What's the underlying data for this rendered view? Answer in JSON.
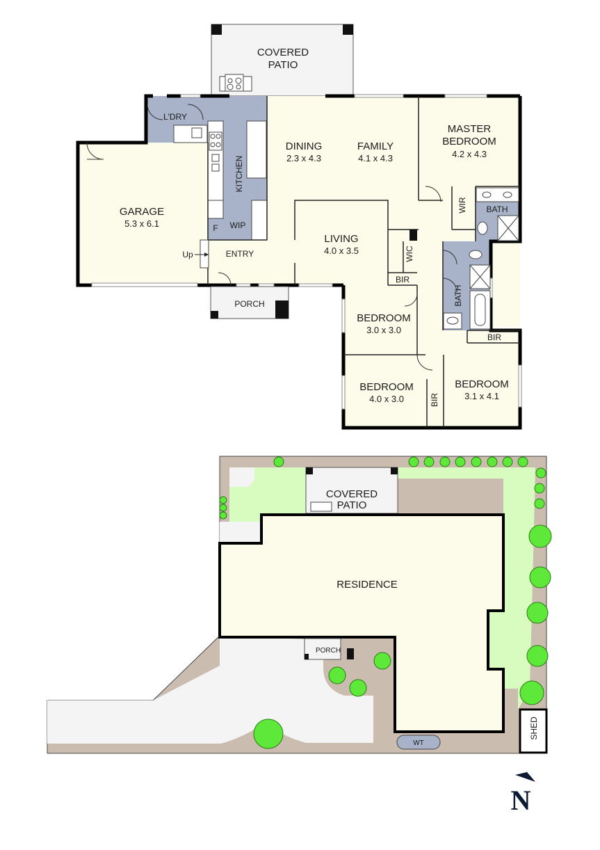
{
  "floor_plan": {
    "rooms": [
      {
        "id": "covered_patio",
        "name": "COVERED",
        "name2": "PATIO"
      },
      {
        "id": "laundry",
        "name": "L'DRY"
      },
      {
        "id": "kitchen",
        "name": "KITCHEN"
      },
      {
        "id": "dining",
        "name": "DINING",
        "dims": "2.3 x 4.3"
      },
      {
        "id": "family",
        "name": "FAMILY",
        "dims": "4.1 x 4.3"
      },
      {
        "id": "master_bedroom",
        "name": "MASTER",
        "name2": "BEDROOM",
        "dims": "4.2 x 4.3"
      },
      {
        "id": "garage",
        "name": "GARAGE",
        "dims": "5.3 x 6.1"
      },
      {
        "id": "wip",
        "name": "WIP"
      },
      {
        "id": "fridge",
        "name": "F"
      },
      {
        "id": "entry",
        "name": "ENTRY"
      },
      {
        "id": "living",
        "name": "LIVING",
        "dims": "4.0 x 3.5"
      },
      {
        "id": "wic",
        "name": "WIC"
      },
      {
        "id": "bir1",
        "name": "BIR"
      },
      {
        "id": "wir",
        "name": "WIR"
      },
      {
        "id": "ensuite",
        "name": "BATH"
      },
      {
        "id": "bath",
        "name": "BATH"
      },
      {
        "id": "porch",
        "name": "PORCH"
      },
      {
        "id": "bedroom2",
        "name": "BEDROOM",
        "dims": "3.0 x 3.0"
      },
      {
        "id": "bir2",
        "name": "BIR"
      },
      {
        "id": "bedroom3",
        "name": "BEDROOM",
        "dims": "4.0 x 3.0"
      },
      {
        "id": "bir3",
        "name": "BIR"
      },
      {
        "id": "bedroom4",
        "name": "BEDROOM",
        "dims": "3.1 x 4.1"
      }
    ],
    "stair_label": "Up"
  },
  "site_plan": {
    "covered_patio": {
      "name": "COVERED",
      "name2": "PATIO"
    },
    "residence": "RESIDENCE",
    "porch": "PORCH",
    "water_tank": "WT",
    "shed": "SHED"
  },
  "compass": {
    "label": "N"
  },
  "colors": {
    "living_fill": "#fdfbea",
    "wet_fill": "#a8b2c8",
    "outdoor_fill": "#f4f4f4",
    "lawn": "#d8fcc0",
    "path": "#cbbcb0",
    "tree": "#5de83a",
    "wall": "#000000",
    "compass": "#0d1a33"
  }
}
